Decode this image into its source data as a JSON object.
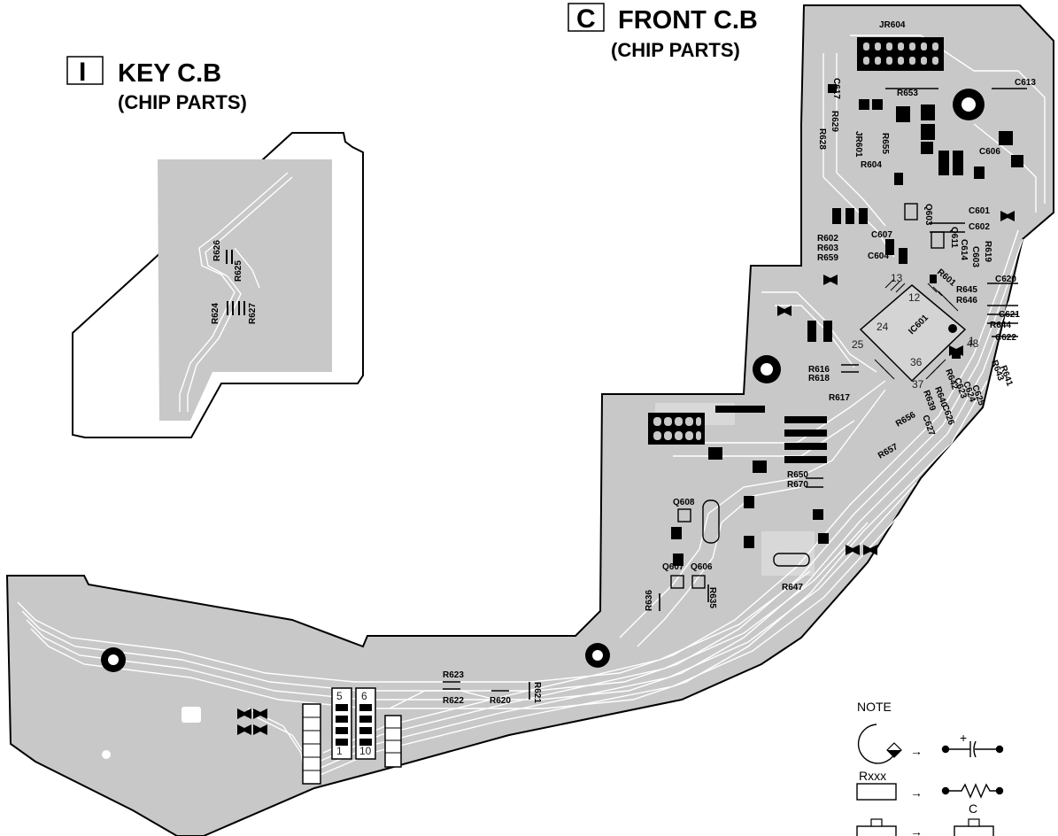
{
  "boards": {
    "key": {
      "letter": "I",
      "name": "KEY C.B",
      "sub": "(CHIP PARTS)"
    },
    "front": {
      "letter": "C",
      "name": "FRONT C.B",
      "sub": "(CHIP PARTS)"
    }
  },
  "key_parts": [
    "R626",
    "R625",
    "R624",
    "R627"
  ],
  "front_parts": [
    "JR604",
    "C617",
    "R653",
    "C613",
    "R629",
    "R628",
    "JR601",
    "R655",
    "R604",
    "C606",
    "Q603",
    "C601",
    "C602",
    "R602",
    "R603",
    "R659",
    "C607",
    "C604",
    "Q611",
    "C614",
    "C603",
    "R619",
    "R601",
    "R645",
    "R646",
    "C620",
    "C621",
    "R644",
    "C622",
    "IC601",
    "R616",
    "R618",
    "R617",
    "R643",
    "R642",
    "R641",
    "R639",
    "R640",
    "C623",
    "C624",
    "C625",
    "C626",
    "C627",
    "R656",
    "R657",
    "R650",
    "R670",
    "Q608",
    "Q607",
    "Q606",
    "R635",
    "R636",
    "R647",
    "R623",
    "R622",
    "R620",
    "R621"
  ],
  "ic_pins": [
    "13",
    "12",
    "1",
    "24",
    "25",
    "48",
    "36",
    "37"
  ],
  "connector_pins": [
    "5",
    "6",
    "1",
    "10"
  ],
  "note": {
    "title": "NOTE",
    "resistor_label": "Rxxx",
    "transistor_label": "C"
  },
  "colors": {
    "board": "#c8c8c8",
    "pad": "#000000",
    "trace": "#ffffff",
    "outline": "#000000"
  }
}
